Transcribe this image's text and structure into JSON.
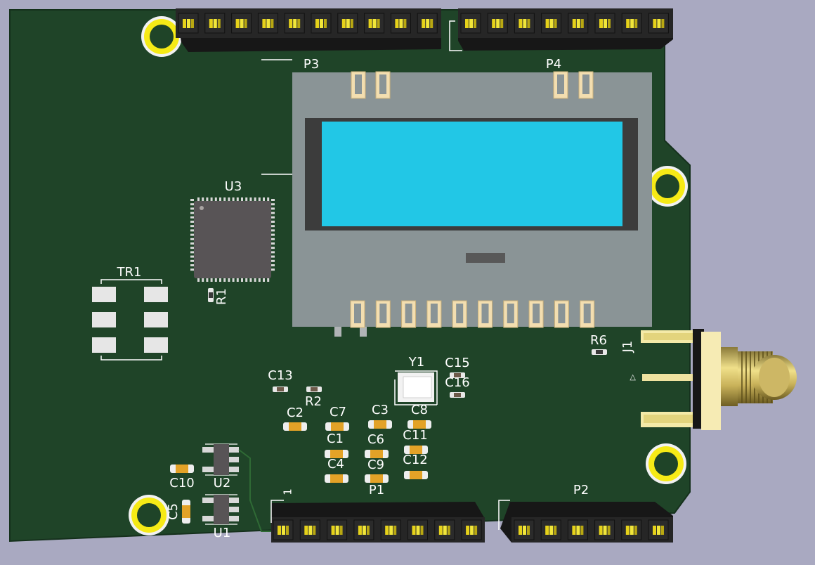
{
  "board": {
    "colors": {
      "background": "#a9a9c1",
      "pcb": "#1f4428",
      "silkscreen": "#ffffff",
      "pad_gold": "#e4c97a",
      "lcd_frame": "#8a9496",
      "lcd_screen": "#22c7e6",
      "chip_body": "#585456"
    },
    "components": {
      "header_top_left": {
        "ref": "P3"
      },
      "header_top_right": {
        "ref": "P4"
      },
      "header_bottom_left": {
        "ref": "P1",
        "pin1_marker": "1"
      },
      "header_bottom_right": {
        "ref": "P2"
      },
      "lcd_module": {
        "icon": "lcd-display-icon"
      },
      "microcontroller": {
        "ref": "U3"
      },
      "transformer": {
        "ref": "TR1"
      },
      "resistors": {
        "r1": "R1",
        "r2": "R2",
        "r6": "R6"
      },
      "crystal": {
        "ref": "Y1"
      },
      "capacitors": {
        "c1": "C1",
        "c2": "C2",
        "c3": "C3",
        "c4": "C4",
        "c5": "C5",
        "c6": "C6",
        "c7": "C7",
        "c8": "C8",
        "c9": "C9",
        "c10": "C10",
        "c11": "C11",
        "c12": "C12",
        "c13": "C13",
        "c15": "C15",
        "c16": "C16"
      },
      "regulators": {
        "u1": "U1",
        "u2": "U2"
      },
      "connector": {
        "ref": "J1",
        "marker": "▷"
      }
    }
  }
}
